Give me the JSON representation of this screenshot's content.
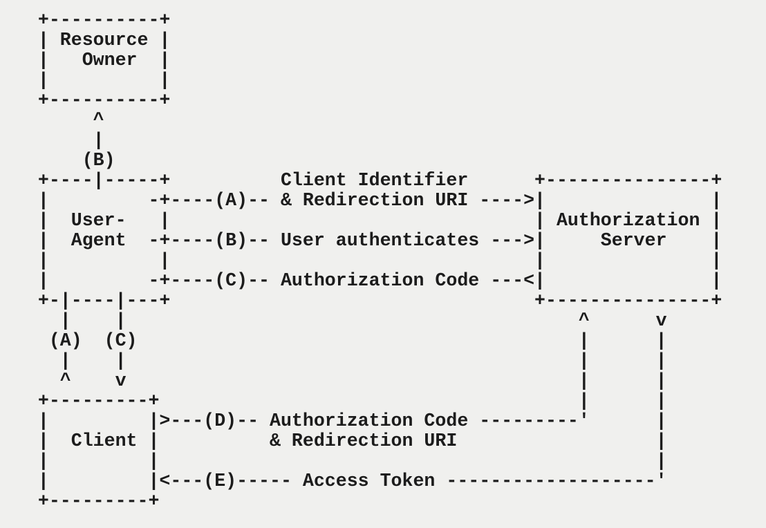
{
  "colors": {
    "background": "#f0f0ee",
    "text": "#1c1c1c"
  },
  "diagram": {
    "lines": [
      "   +----------+",
      "   | Resource |",
      "   |   Owner  |",
      "   |          |",
      "   +----------+",
      "        ^",
      "        |",
      "       (B)",
      "   +----|-----+          Client Identifier      +---------------+",
      "   |         -+----(A)-- & Redirection URI ---->|               |",
      "   |  User-   |                                 | Authorization |",
      "   |  Agent  -+----(B)-- User authenticates --->|     Server    |",
      "   |          |                                 |               |",
      "   |         -+----(C)-- Authorization Code ---<|               |",
      "   +-|----|---+                                 +---------------+",
      "     |    |                                         ^      v",
      "    (A)  (C)                                        |      |",
      "     |    |                                         |      |",
      "     ^    v                                         |      |",
      "   +---------+                                      |      |",
      "   |         |>---(D)-- Authorization Code ---------'      |",
      "   |  Client |          & Redirection URI                  |",
      "   |         |                                             |",
      "   |         |<---(E)----- Access Token -------------------'",
      "   +---------+"
    ],
    "entities": [
      "Resource Owner",
      "User-Agent",
      "Authorization Server",
      "Client"
    ],
    "steps": [
      {
        "id": "(A)",
        "label": "Client Identifier & Redirection URI"
      },
      {
        "id": "(B)",
        "label": "User authenticates"
      },
      {
        "id": "(C)",
        "label": "Authorization Code"
      },
      {
        "id": "(D)",
        "label": "Authorization Code & Redirection URI"
      },
      {
        "id": "(E)",
        "label": "Access Token"
      }
    ]
  }
}
